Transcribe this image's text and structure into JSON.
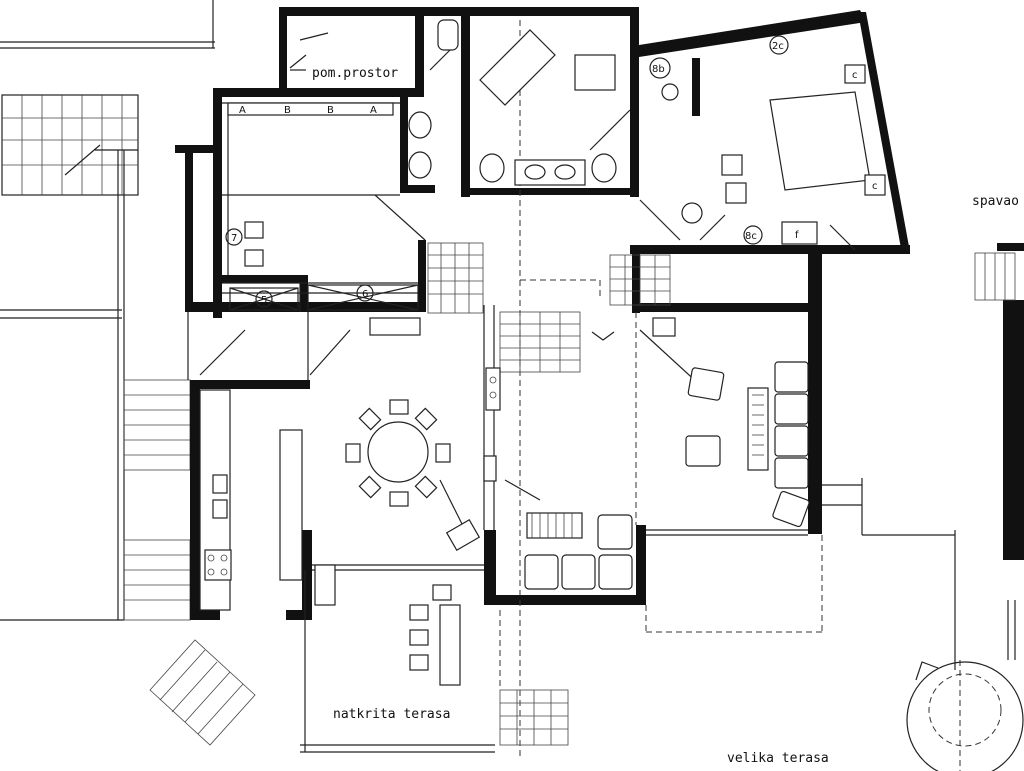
{
  "labels": {
    "storage": "pom.prostor",
    "bedroom_cut": "spavaо",
    "covered_terrace": "natkrita terasa",
    "large_terrace": "velika terasa"
  },
  "wardrobe_letters": [
    "A",
    "B",
    "B",
    "A"
  ],
  "markers": [
    "2c",
    "8b",
    "7",
    "5",
    "6",
    "8c"
  ],
  "bed_tags": [
    "c",
    "c"
  ],
  "box_tag": "f",
  "colors": {
    "ink": "#111111",
    "paper": "#ffffff"
  }
}
